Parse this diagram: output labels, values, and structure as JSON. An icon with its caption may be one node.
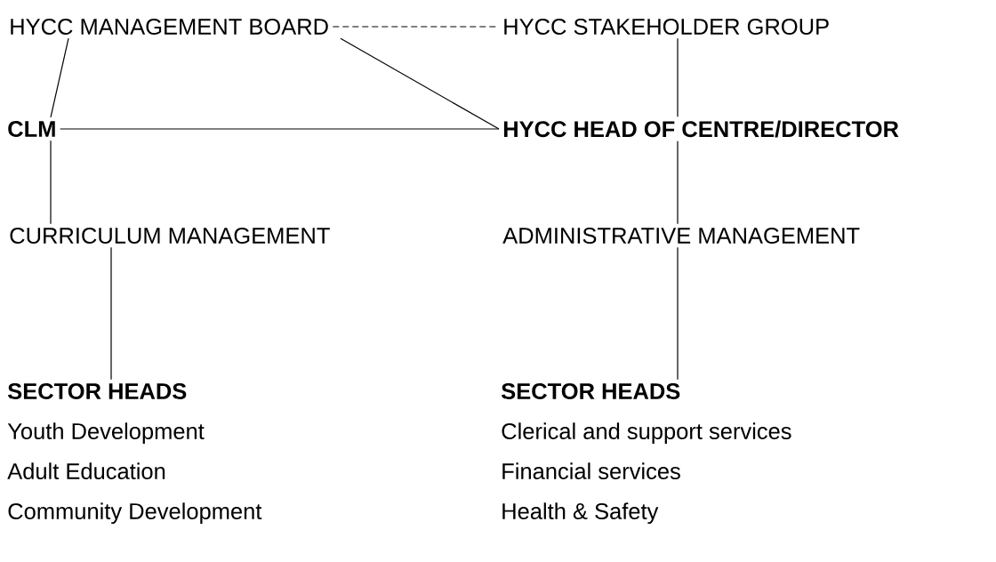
{
  "diagram": {
    "nodes": [
      {
        "text": [
          "HYCC MANAGEMENT BOARD"
        ]
      },
      {
        "text": [
          "HYCC STAKEHOLDER GROUP"
        ]
      },
      {
        "text": [
          "CLM"
        ]
      },
      {
        "text": [
          "HYCC HEAD OF CENTRE/DIRECTOR"
        ]
      },
      {
        "text": [
          "CURRICULUM MANAGEMENT"
        ]
      },
      {
        "text": [
          "ADMINISTRATIVE MANAGEMENT"
        ]
      },
      {
        "text": [
          "SECTOR HEADS",
          "Youth Development",
          "Adult Education",
          "Community Development"
        ]
      },
      {
        "text": [
          "SECTOR HEADS",
          "Clerical and support services",
          "Financial services",
          "Health & Safety"
        ]
      }
    ],
    "edges": [
      {
        "from": 0,
        "to": 1,
        "arrow": "none",
        "style": "dashed"
      },
      {
        "from": 0,
        "to": 2,
        "arrow": "none"
      },
      {
        "from": 0,
        "to": 3,
        "arrow": "none"
      },
      {
        "from": 1,
        "to": 3,
        "arrow": "none"
      },
      {
        "from": 2,
        "to": 3,
        "arrow": "none"
      },
      {
        "from": 2,
        "to": 4,
        "arrow": "none"
      },
      {
        "from": 3,
        "to": 5,
        "arrow": "none"
      },
      {
        "from": 4,
        "to": 6,
        "arrow": "none"
      },
      {
        "from": 5,
        "to": 7,
        "arrow": "none"
      }
    ]
  }
}
